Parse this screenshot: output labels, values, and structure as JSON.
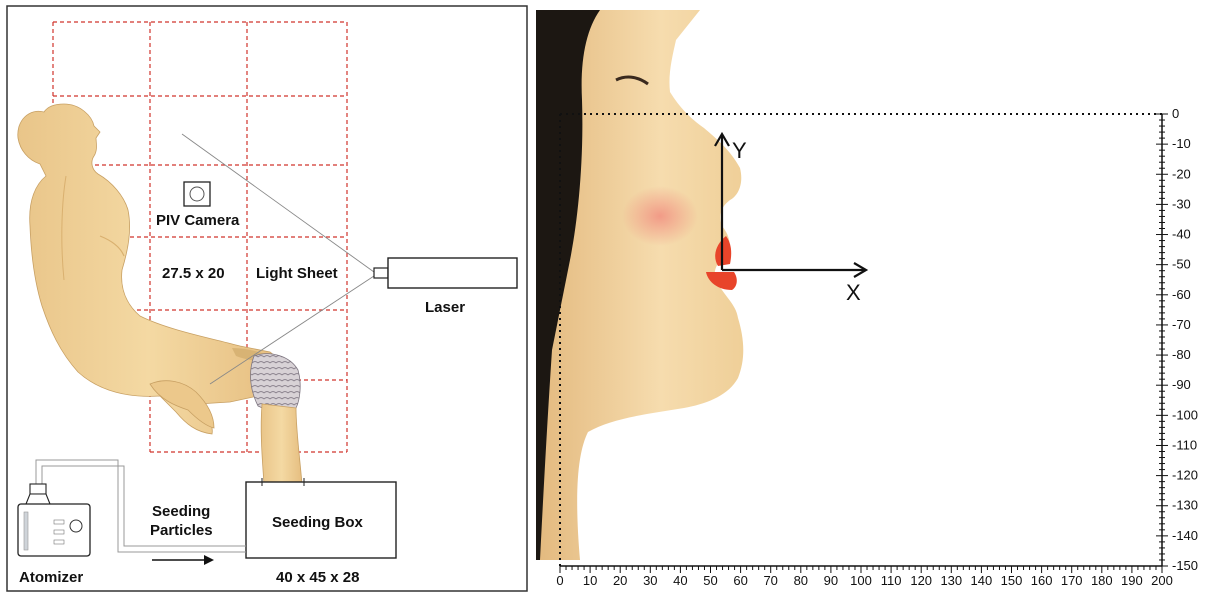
{
  "left_panel": {
    "piv_camera": "PIV Camera",
    "fov_size": "27.5 x 20",
    "light_sheet": "Light Sheet",
    "laser": "Laser",
    "seeding_particles_line1": "Seeding",
    "seeding_particles_line2": "Particles",
    "seeding_box": "Seeding Box",
    "box_size": "40 x 45 x 28",
    "atomizer": "Atomizer"
  },
  "right_panel": {
    "x_axis_label": "X",
    "y_axis_label": "Y",
    "x_ticks": [
      "0",
      "10",
      "20",
      "30",
      "40",
      "50",
      "60",
      "70",
      "80",
      "90",
      "100",
      "110",
      "120",
      "130",
      "140",
      "150",
      "160",
      "170",
      "180",
      "190",
      "200"
    ],
    "y_ticks": [
      "0",
      "-10",
      "-20",
      "-30",
      "-40",
      "-50",
      "-60",
      "-70",
      "-80",
      "-90",
      "-100",
      "-110",
      "-120",
      "-130",
      "-140",
      "-150"
    ]
  },
  "colors": {
    "grid": "#d0342c",
    "skin": "#efcf92",
    "lips": "#e8442a",
    "hair": "#1c1712"
  }
}
